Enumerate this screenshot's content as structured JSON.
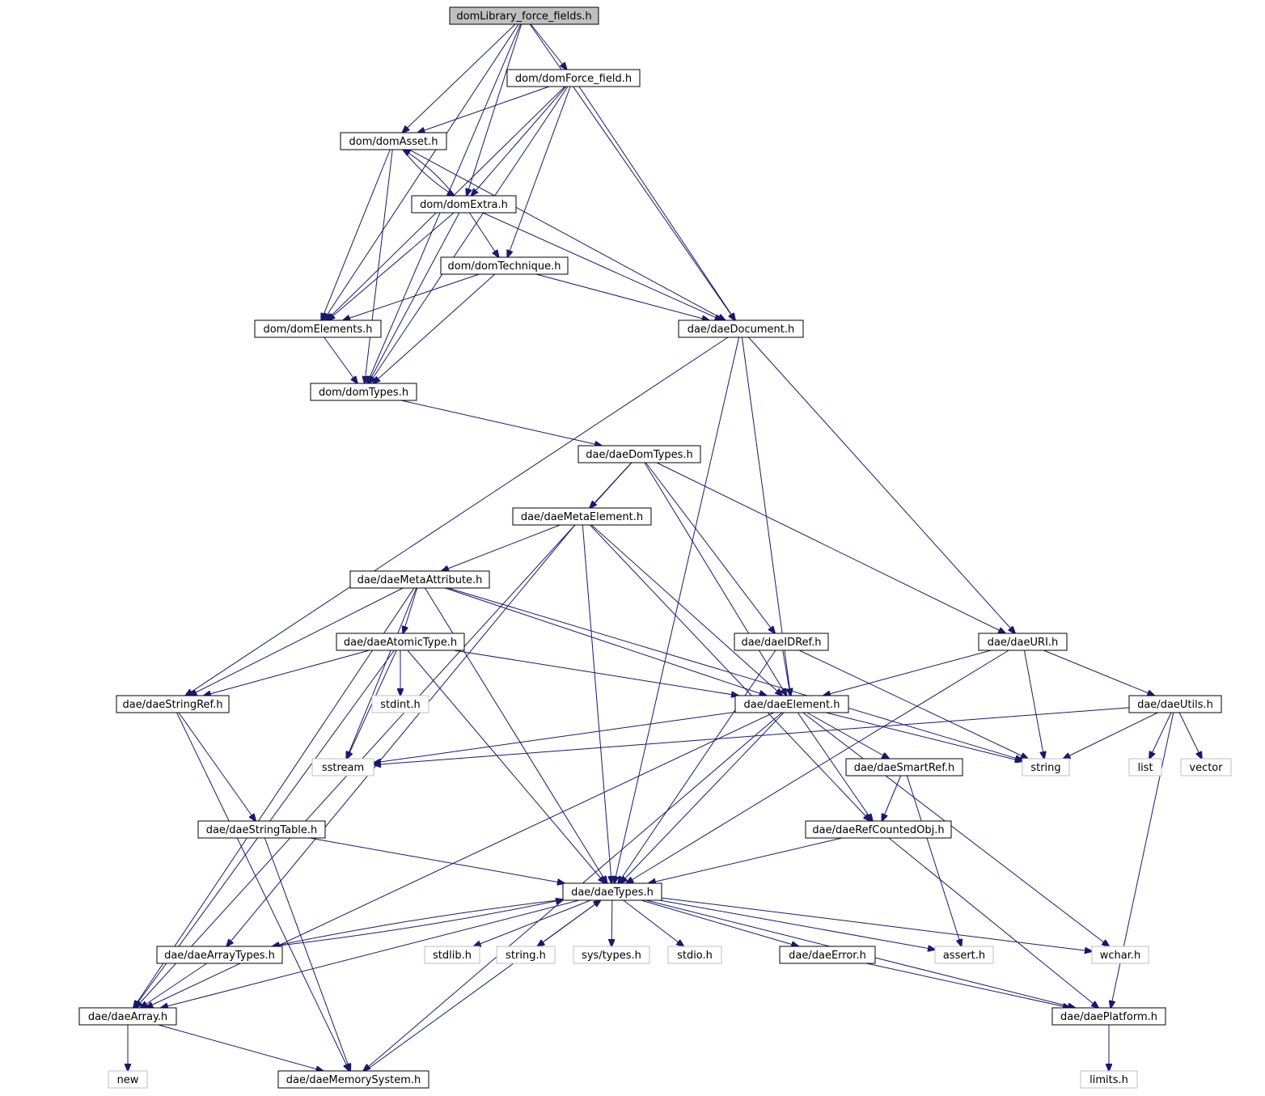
{
  "diagram": {
    "colors": {
      "edge": "#191970",
      "root_fill": "#bfbfbf",
      "ext_border": "#bfbfbf",
      "node_border": "#000000"
    },
    "nodes": [
      {
        "id": "root",
        "label": "domLibrary_force_fields.h"
      },
      {
        "id": "forcefield",
        "label": "dom/domForce_field.h"
      },
      {
        "id": "asset",
        "label": "dom/domAsset.h"
      },
      {
        "id": "extra",
        "label": "dom/domExtra.h"
      },
      {
        "id": "technique",
        "label": "dom/domTechnique.h"
      },
      {
        "id": "elements",
        "label": "dom/domElements.h"
      },
      {
        "id": "daedoc",
        "label": "dae/daeDocument.h"
      },
      {
        "id": "domtypes",
        "label": "dom/domTypes.h"
      },
      {
        "id": "daedomtypes",
        "label": "dae/daeDomTypes.h"
      },
      {
        "id": "metaelement",
        "label": "dae/daeMetaElement.h"
      },
      {
        "id": "metaattr",
        "label": "dae/daeMetaAttribute.h"
      },
      {
        "id": "atomictype",
        "label": "dae/daeAtomicType.h"
      },
      {
        "id": "idref",
        "label": "dae/daeIDRef.h"
      },
      {
        "id": "uri",
        "label": "dae/daeURI.h"
      },
      {
        "id": "stringref",
        "label": "dae/daeStringRef.h"
      },
      {
        "id": "stdint",
        "label": "stdint.h"
      },
      {
        "id": "element",
        "label": "dae/daeElement.h"
      },
      {
        "id": "utils",
        "label": "dae/daeUtils.h"
      },
      {
        "id": "sstream",
        "label": "sstream"
      },
      {
        "id": "smartref",
        "label": "dae/daeSmartRef.h"
      },
      {
        "id": "string",
        "label": "string"
      },
      {
        "id": "list",
        "label": "list"
      },
      {
        "id": "vector",
        "label": "vector"
      },
      {
        "id": "stringtable",
        "label": "dae/daeStringTable.h"
      },
      {
        "id": "refcounted",
        "label": "dae/daeRefCountedObj.h"
      },
      {
        "id": "daetypes",
        "label": "dae/daeTypes.h"
      },
      {
        "id": "arraytypes",
        "label": "dae/daeArrayTypes.h"
      },
      {
        "id": "stdlib",
        "label": "stdlib.h"
      },
      {
        "id": "stringh",
        "label": "string.h"
      },
      {
        "id": "systypes",
        "label": "sys/types.h"
      },
      {
        "id": "stdio",
        "label": "stdio.h"
      },
      {
        "id": "error",
        "label": "dae/daeError.h"
      },
      {
        "id": "assert",
        "label": "assert.h"
      },
      {
        "id": "wchar",
        "label": "wchar.h"
      },
      {
        "id": "array",
        "label": "dae/daeArray.h"
      },
      {
        "id": "platform",
        "label": "dae/daePlatform.h"
      },
      {
        "id": "new",
        "label": "new"
      },
      {
        "id": "memsys",
        "label": "dae/daeMemorySystem.h"
      },
      {
        "id": "limits",
        "label": "limits.h"
      }
    ],
    "edges": [
      [
        "root",
        "forcefield"
      ],
      [
        "root",
        "asset"
      ],
      [
        "root",
        "extra"
      ],
      [
        "root",
        "elements"
      ],
      [
        "root",
        "daedoc"
      ],
      [
        "root",
        "domtypes"
      ],
      [
        "forcefield",
        "asset"
      ],
      [
        "forcefield",
        "extra"
      ],
      [
        "forcefield",
        "technique"
      ],
      [
        "forcefield",
        "elements"
      ],
      [
        "forcefield",
        "daedoc"
      ],
      [
        "forcefield",
        "domtypes"
      ],
      [
        "asset",
        "extra"
      ],
      [
        "asset",
        "elements"
      ],
      [
        "asset",
        "daedoc"
      ],
      [
        "asset",
        "domtypes"
      ],
      [
        "extra",
        "asset"
      ],
      [
        "extra",
        "technique"
      ],
      [
        "extra",
        "elements"
      ],
      [
        "extra",
        "daedoc"
      ],
      [
        "extra",
        "domtypes"
      ],
      [
        "technique",
        "elements"
      ],
      [
        "technique",
        "daedoc"
      ],
      [
        "technique",
        "domtypes"
      ],
      [
        "elements",
        "domtypes"
      ],
      [
        "daedoc",
        "stringref"
      ],
      [
        "daedoc",
        "daetypes"
      ],
      [
        "daedoc",
        "element"
      ],
      [
        "daedoc",
        "uri"
      ],
      [
        "domtypes",
        "daedomtypes"
      ],
      [
        "daedomtypes",
        "metaelement"
      ],
      [
        "daedomtypes",
        "idref"
      ],
      [
        "daedomtypes",
        "element"
      ],
      [
        "daedomtypes",
        "uri"
      ],
      [
        "daedomtypes",
        "array"
      ],
      [
        "metaelement",
        "metaattr"
      ],
      [
        "metaelement",
        "daetypes"
      ],
      [
        "metaelement",
        "element"
      ],
      [
        "metaelement",
        "refcounted"
      ],
      [
        "metaelement",
        "arraytypes"
      ],
      [
        "metaattr",
        "atomictype"
      ],
      [
        "metaattr",
        "stringref"
      ],
      [
        "metaattr",
        "sstream"
      ],
      [
        "metaattr",
        "daetypes"
      ],
      [
        "metaattr",
        "element"
      ],
      [
        "metaattr",
        "string"
      ],
      [
        "metaattr",
        "array"
      ],
      [
        "atomictype",
        "stringref"
      ],
      [
        "atomictype",
        "stdint"
      ],
      [
        "atomictype",
        "sstream"
      ],
      [
        "atomictype",
        "daetypes"
      ],
      [
        "atomictype",
        "element"
      ],
      [
        "atomictype",
        "array"
      ],
      [
        "idref",
        "element"
      ],
      [
        "idref",
        "daetypes"
      ],
      [
        "idref",
        "string"
      ],
      [
        "uri",
        "element"
      ],
      [
        "uri",
        "utils"
      ],
      [
        "uri",
        "string"
      ],
      [
        "uri",
        "daetypes"
      ],
      [
        "stringref",
        "stringtable"
      ],
      [
        "stringref",
        "memsys"
      ],
      [
        "element",
        "sstream"
      ],
      [
        "element",
        "smartref"
      ],
      [
        "element",
        "string"
      ],
      [
        "element",
        "refcounted"
      ],
      [
        "element",
        "daetypes"
      ],
      [
        "element",
        "wchar"
      ],
      [
        "element",
        "memsys"
      ],
      [
        "element",
        "array"
      ],
      [
        "utils",
        "sstream"
      ],
      [
        "utils",
        "string"
      ],
      [
        "utils",
        "list"
      ],
      [
        "utils",
        "vector"
      ],
      [
        "utils",
        "platform"
      ],
      [
        "smartref",
        "refcounted"
      ],
      [
        "smartref",
        "assert"
      ],
      [
        "stringtable",
        "daetypes"
      ],
      [
        "stringtable",
        "memsys"
      ],
      [
        "refcounted",
        "daetypes"
      ],
      [
        "refcounted",
        "platform"
      ],
      [
        "daetypes",
        "arraytypes"
      ],
      [
        "daetypes",
        "stdlib"
      ],
      [
        "daetypes",
        "stringh"
      ],
      [
        "daetypes",
        "systypes"
      ],
      [
        "daetypes",
        "stdio"
      ],
      [
        "daetypes",
        "error"
      ],
      [
        "daetypes",
        "assert"
      ],
      [
        "daetypes",
        "wchar"
      ],
      [
        "daetypes",
        "platform"
      ],
      [
        "daetypes",
        "array"
      ],
      [
        "arraytypes",
        "daetypes"
      ],
      [
        "arraytypes",
        "array"
      ],
      [
        "error",
        "platform"
      ],
      [
        "array",
        "new"
      ],
      [
        "array",
        "memsys"
      ],
      [
        "memsys",
        "daetypes"
      ],
      [
        "platform",
        "limits"
      ]
    ]
  }
}
